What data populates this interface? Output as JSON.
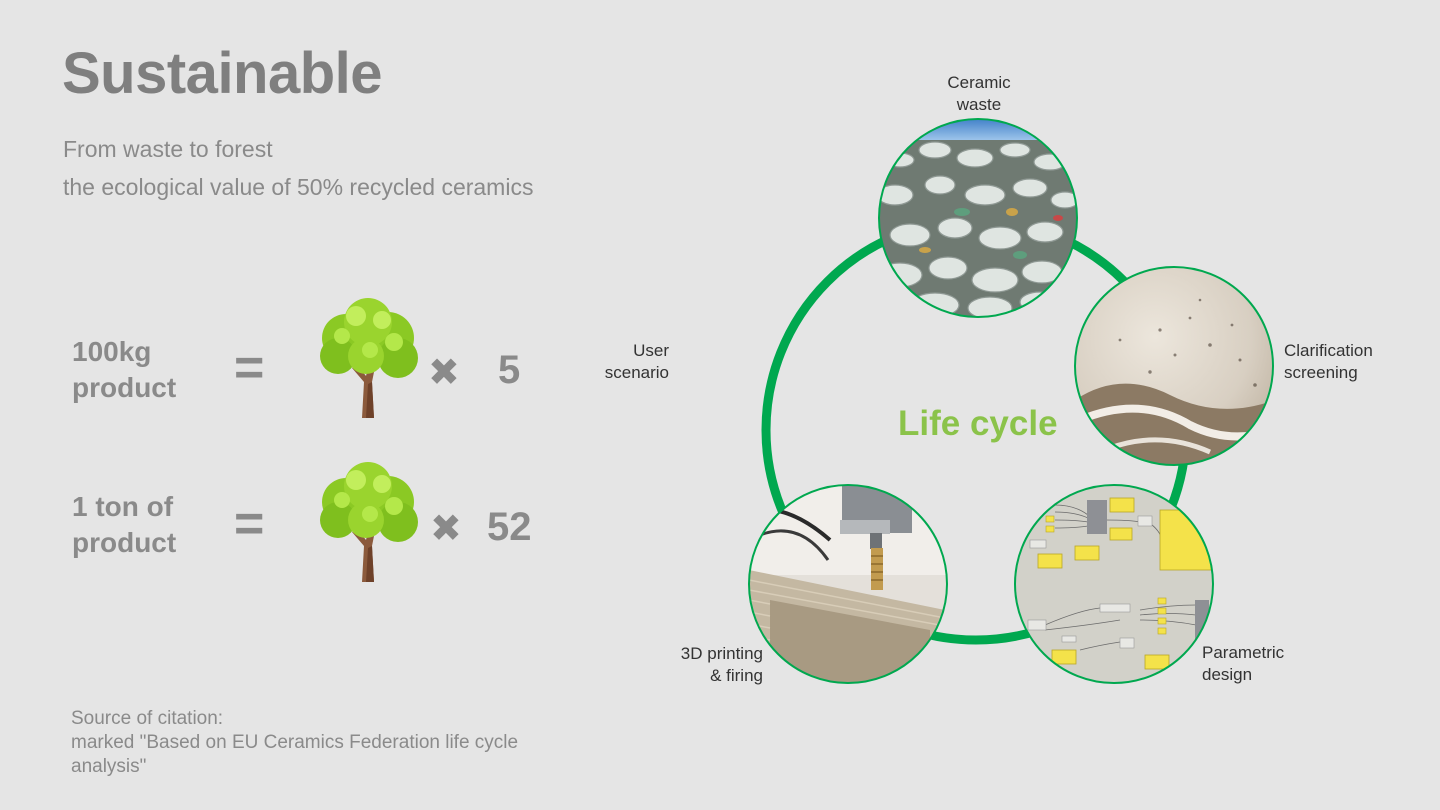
{
  "header": {
    "title": "Sustainable",
    "subtitle_line1": "From waste to forest",
    "subtitle_line2": "the ecological value of 50% recycled ceramics"
  },
  "equivalences": [
    {
      "label_line1": "100kg",
      "label_line2": "product",
      "equals": "=",
      "times": "✖",
      "multiplier": "5",
      "icon": "tree-icon"
    },
    {
      "label_line1": "1 ton of",
      "label_line2": "product",
      "equals": "=",
      "times": "✖",
      "multiplier": "52",
      "icon": "tree-icon"
    }
  ],
  "citation": {
    "line1": "Source of citation:",
    "line2": "marked \"Based on EU Ceramics Federation life cycle analysis\""
  },
  "life_cycle": {
    "center_label": "Life cycle",
    "ring_color": "#00a84f",
    "center_color": "#8bc34a",
    "stages": [
      {
        "label_line1": "Ceramic",
        "label_line2": "waste",
        "image": "ceramic-waste-photo"
      },
      {
        "label_line1": "Clarification",
        "label_line2": "screening",
        "image": "clay-powder-photo"
      },
      {
        "label_line1": "Parametric",
        "label_line2": "design",
        "image": "parametric-diagram-screenshot"
      },
      {
        "label_line1": "3D printing",
        "label_line2": "& firing",
        "image": "3d-printing-photo"
      },
      {
        "label_line1": "User",
        "label_line2": "scenario",
        "image": ""
      }
    ]
  }
}
